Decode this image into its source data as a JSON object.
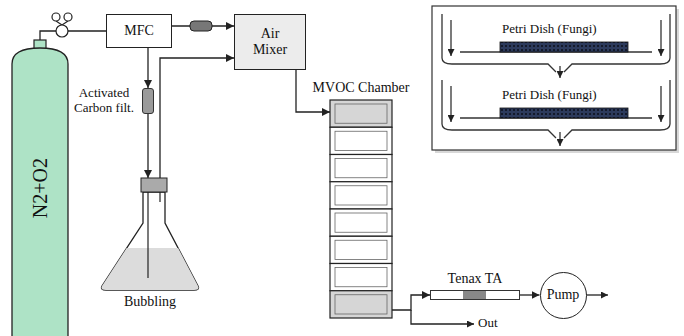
{
  "diagram": {
    "nodes": [
      {
        "text": [
          "N2+O2"
        ]
      },
      {
        "text": [
          "MFC"
        ]
      },
      {
        "text": [
          "Activated Carbon filt."
        ]
      },
      {
        "text": [
          "Air Mixer"
        ]
      },
      {
        "text": [
          "Bubbling"
        ]
      },
      {
        "text": [
          "MVOC Chamber"
        ]
      },
      {
        "text": [
          "Tenax TA"
        ]
      },
      {
        "text": [
          "Pump"
        ]
      }
    ],
    "edges": [
      {
        "from": 0,
        "to": 1,
        "arrow": "none"
      },
      {
        "from": 1,
        "to": 3,
        "arrow": "to"
      },
      {
        "from": 1,
        "to": 2,
        "arrow": "to"
      },
      {
        "from": 2,
        "to": 4,
        "arrow": "to"
      },
      {
        "from": 4,
        "to": 3,
        "arrow": "to"
      },
      {
        "from": 3,
        "to": 5,
        "arrow": "to"
      },
      {
        "from": 5,
        "to": 6,
        "arrow": "to"
      },
      {
        "from": 6,
        "to": 7,
        "arrow": "to"
      }
    ],
    "labels": [
      "Petri Dish (Fungi)",
      "Petri Dish (Fungi)",
      "Out"
    ]
  }
}
